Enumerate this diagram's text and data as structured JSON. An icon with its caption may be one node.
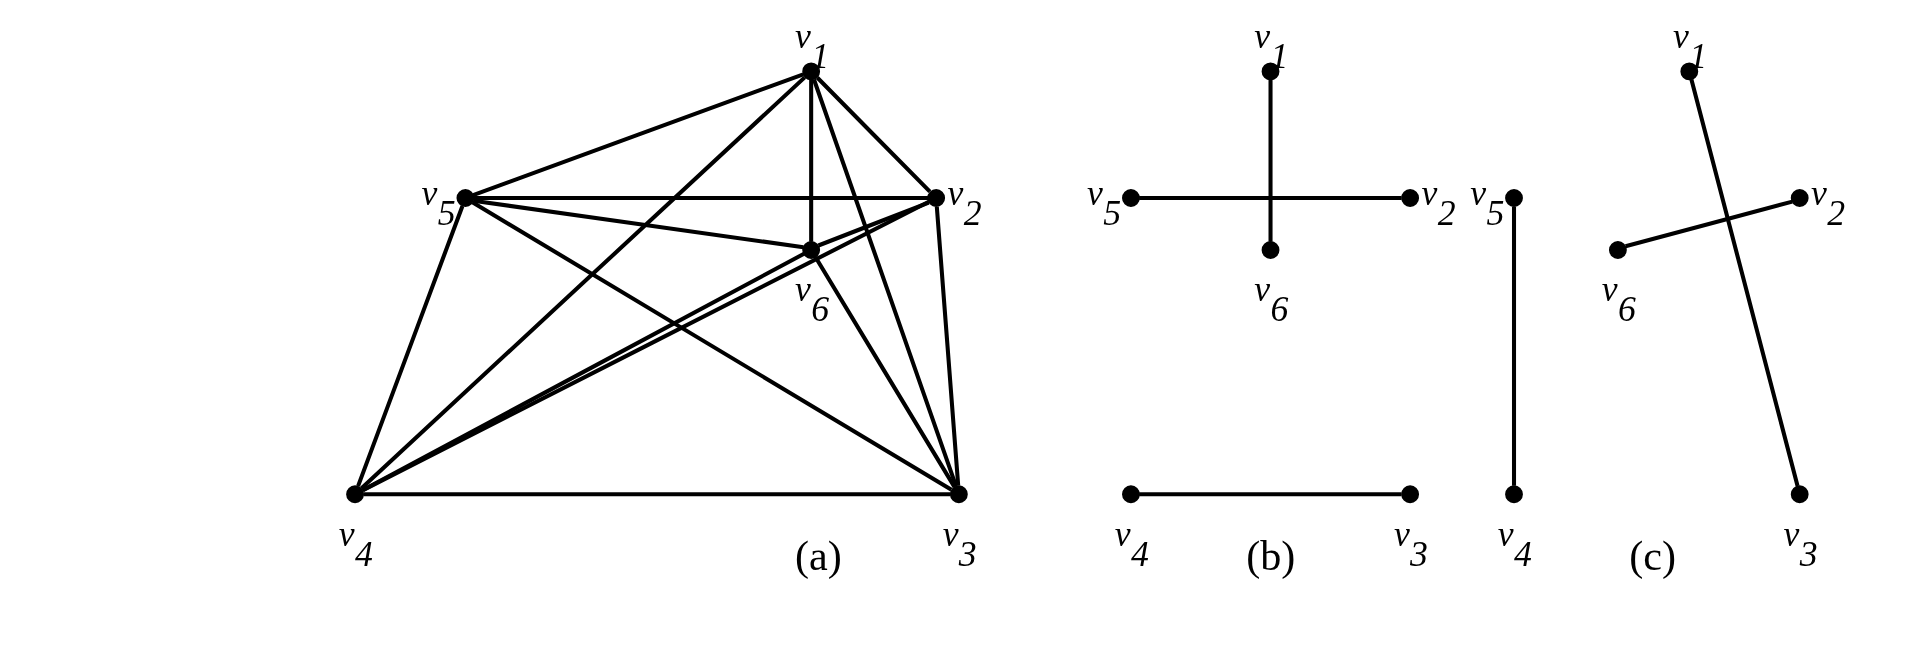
{
  "diagram": {
    "nodes": [
      {
        "text": [],
        "shape": "circle",
        "beside": [
          "v$_{1}$"
        ]
      },
      {
        "text": [],
        "shape": "circle",
        "beside": [
          "v$_{2}$"
        ]
      },
      {
        "text": [],
        "shape": "circle",
        "beside": [
          "v$_{3}$"
        ]
      },
      {
        "text": [],
        "shape": "circle",
        "beside": [
          "v$_{4}$"
        ]
      },
      {
        "text": [],
        "shape": "circle",
        "beside": [
          "v$_{5}$"
        ]
      },
      {
        "text": [],
        "shape": "circle",
        "beside": [
          "v$_{6}$"
        ]
      },
      {
        "text": [],
        "shape": "circle",
        "beside": [
          "v$_{1}$"
        ]
      },
      {
        "text": [],
        "shape": "circle",
        "beside": [
          "v$_{2}$"
        ]
      },
      {
        "text": [],
        "shape": "circle",
        "beside": [
          "v$_{3}$"
        ]
      },
      {
        "text": [],
        "shape": "circle",
        "beside": [
          "v$_{4}$"
        ]
      },
      {
        "text": [],
        "shape": "circle",
        "beside": [
          "v$_{5}$"
        ]
      },
      {
        "text": [],
        "shape": "circle",
        "beside": [
          "v$_{6}$"
        ]
      },
      {
        "text": [],
        "shape": "circle",
        "beside": [
          "v$_{1}$"
        ]
      },
      {
        "text": [],
        "shape": "circle",
        "beside": [
          "v$_{2}$"
        ]
      },
      {
        "text": [],
        "shape": "circle",
        "beside": [
          "v$_{3}$"
        ]
      },
      {
        "text": [],
        "shape": "circle",
        "beside": [
          "v$_{4}$"
        ]
      },
      {
        "text": [],
        "shape": "circle",
        "beside": [
          "v$_{5}$"
        ]
      },
      {
        "text": [],
        "shape": "circle",
        "beside": [
          "v$_{6}$"
        ]
      }
    ],
    "edges": [
      {
        "from": 0,
        "to": 1,
        "arrow": "none"
      },
      {
        "from": 0,
        "to": 2,
        "arrow": "none"
      },
      {
        "from": 0,
        "to": 3,
        "arrow": "none"
      },
      {
        "from": 0,
        "to": 4,
        "arrow": "none"
      },
      {
        "from": 0,
        "to": 5,
        "arrow": "none"
      },
      {
        "from": 1,
        "to": 2,
        "arrow": "none"
      },
      {
        "from": 1,
        "to": 3,
        "arrow": "none"
      },
      {
        "from": 1,
        "to": 4,
        "arrow": "none"
      },
      {
        "from": 1,
        "to": 5,
        "arrow": "none"
      },
      {
        "from": 2,
        "to": 3,
        "arrow": "none"
      },
      {
        "from": 2,
        "to": 4,
        "arrow": "none"
      },
      {
        "from": 2,
        "to": 5,
        "arrow": "none"
      },
      {
        "from": 3,
        "to": 4,
        "arrow": "none"
      },
      {
        "from": 3,
        "to": 5,
        "arrow": "none"
      },
      {
        "from": 4,
        "to": 5,
        "arrow": "none"
      },
      {
        "from": 6,
        "to": 11,
        "arrow": "none"
      },
      {
        "from": 10,
        "to": 7,
        "arrow": "none"
      },
      {
        "from": 9,
        "to": 8,
        "arrow": "none"
      },
      {
        "from": 16,
        "to": 15,
        "arrow": "none"
      },
      {
        "from": 12,
        "to": 14,
        "arrow": "none"
      },
      {
        "from": 17,
        "to": 13,
        "arrow": "none"
      }
    ],
    "labels": [
      "(a)",
      "(b)",
      "(c)"
    ]
  }
}
